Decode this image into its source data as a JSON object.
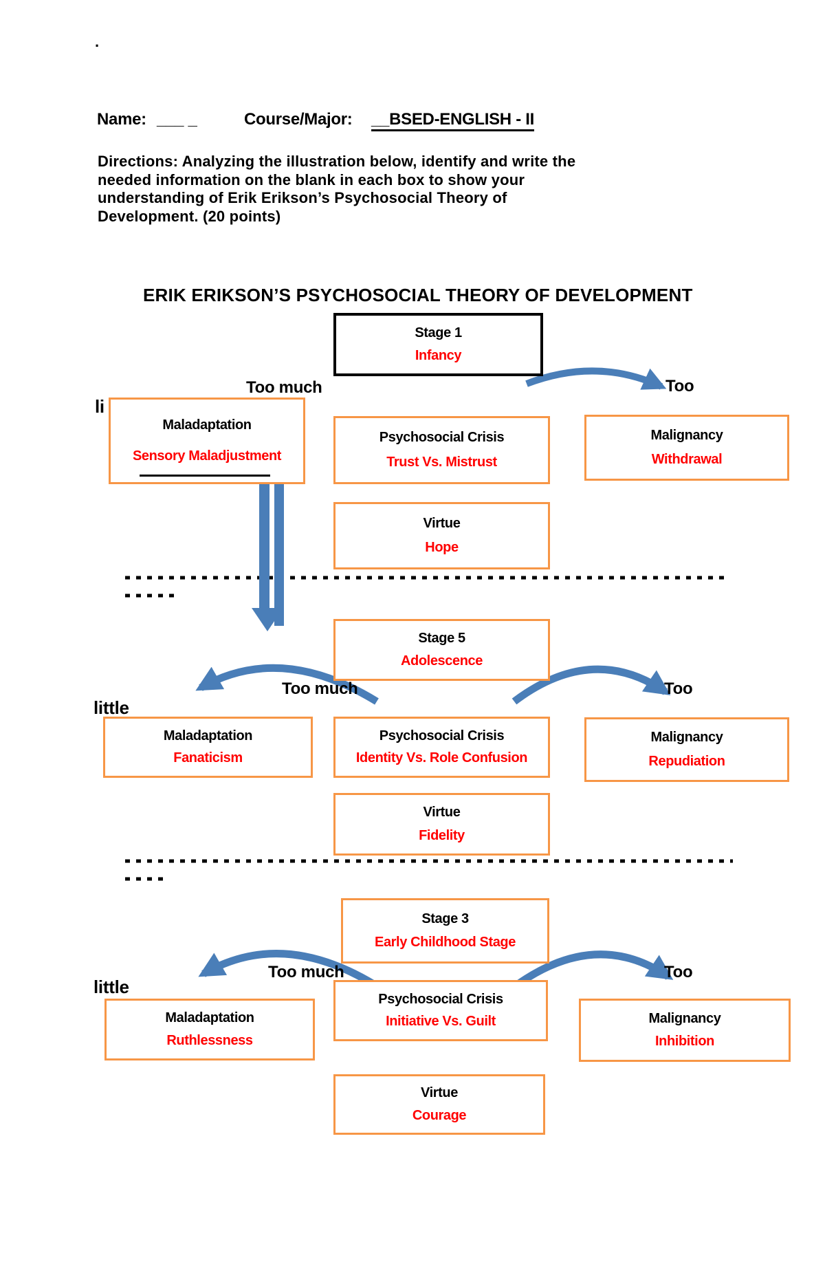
{
  "document": {
    "dot": ".",
    "name_label": "Name:",
    "name_blank": "___ _",
    "course_label": "Course/Major:",
    "course_value": "__BSED-ENGLISH - II",
    "directions_lines": [
      "Directions: Analyzing the illustration below, identify and write the",
      "needed information on the blank in each box to show your",
      "understanding of Erik Erikson’s Psychosocial Theory of",
      "Development. (20 points)"
    ]
  },
  "diagram": {
    "title": "ERIK ERIKSON’S PSYCHOSOCIAL THEORY OF DEVELOPMENT",
    "colors": {
      "box_border_orange": "#F79646",
      "stage1_border_black": "#000000",
      "answer_red": "#FF0000",
      "arrow_blue": "#4A7EB8",
      "label_black": "#000000"
    },
    "clusters": [
      {
        "stage_label": "Stage 1",
        "stage_answer": "Infancy",
        "too_much_label": "Too much",
        "too_label": "Too",
        "little_label": "li",
        "maladaptation_label": "Maladaptation",
        "maladaptation_answer": "Sensory Maladjustment",
        "crisis_label": "Psychosocial Crisis",
        "crisis_answer": "Trust Vs. Mistrust",
        "malignancy_label": "Malignancy",
        "malignancy_answer": "Withdrawal",
        "virtue_label": "Virtue",
        "virtue_answer": "Hope"
      },
      {
        "stage_label": "Stage 5",
        "stage_answer": "Adolescence",
        "too_much_label": "Too much",
        "too_label": "Too",
        "little_label": "little",
        "maladaptation_label": "Maladaptation",
        "maladaptation_answer": "Fanaticism",
        "crisis_label": "Psychosocial Crisis",
        "crisis_answer": "Identity Vs. Role Confusion",
        "malignancy_label": "Malignancy",
        "malignancy_answer": "Repudiation",
        "virtue_label": "Virtue",
        "virtue_answer": "Fidelity"
      },
      {
        "stage_label": "Stage 3",
        "stage_answer": "Early Childhood Stage",
        "too_much_label": "Too much",
        "too_label": "Too",
        "little_label": "little",
        "maladaptation_label": "Maladaptation",
        "maladaptation_answer": "Ruthlessness",
        "crisis_label": "Psychosocial Crisis",
        "crisis_answer": "Initiative Vs. Guilt",
        "malignancy_label": "Malignancy",
        "malignancy_answer": "Inhibition",
        "virtue_label": "Virtue",
        "virtue_answer": "Courage"
      }
    ]
  }
}
